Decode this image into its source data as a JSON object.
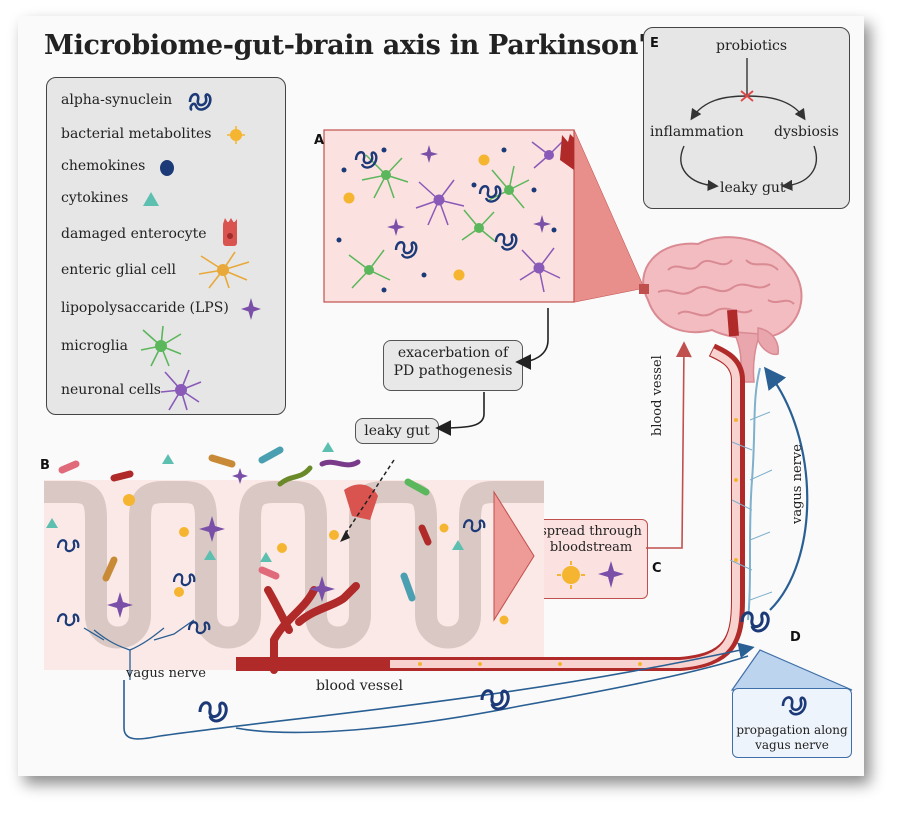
{
  "title": "Microbiome-gut-brain axis in Parkinson's disease",
  "legend": [
    {
      "label": "alpha-synuclein",
      "icon": "alpha-synuclein-icon"
    },
    {
      "label": "bacterial metabolites",
      "icon": "bacterial-metabolite-icon"
    },
    {
      "label": "chemokines",
      "icon": "chemokine-icon"
    },
    {
      "label": "cytokines",
      "icon": "cytokine-icon"
    },
    {
      "label": "damaged enterocyte",
      "icon": "damaged-enterocyte-icon"
    },
    {
      "label": "enteric glial cell",
      "icon": "enteric-glial-cell-icon"
    },
    {
      "label": "lipopolysaccaride (LPS)",
      "icon": "lps-icon"
    },
    {
      "label": "microglia",
      "icon": "microglia-icon"
    },
    {
      "label": "neuronal cells",
      "icon": "neuronal-cell-icon"
    }
  ],
  "panels": {
    "a": "A",
    "b": "B",
    "c": "C",
    "d": "D",
    "e": "E"
  },
  "panel_e": {
    "probiotics": "probiotics",
    "inflammation": "inflammation",
    "dysbiosis": "dysbiosis",
    "leaky_gut": "leaky gut"
  },
  "boxes": {
    "exacerbation_line1": "exacerbation of",
    "exacerbation_line2": "PD pathogenesis",
    "leaky_gut": "leaky gut",
    "spread_line1": "spread through",
    "spread_line2": "bloodstream",
    "propagation_line1": "propagation along",
    "propagation_line2": "vagus nerve"
  },
  "labels": {
    "blood_vessel_vertical": "blood vessel",
    "blood_vessel_horizontal": "blood vessel",
    "vagus_nerve_vertical": "vagus nerve",
    "vagus_nerve_horizontal": "vagus nerve"
  },
  "colors": {
    "vessel": "#b02a2a",
    "vessel_light": "#f3c4c1",
    "nerve": "#2a5f93",
    "gut_wall": "#d9c8c3",
    "synuclein": "#1c3a78",
    "metabolite": "#f5b530",
    "lps": "#7a4fa8",
    "microglia": "#5bb75b",
    "glial": "#e8a93a"
  }
}
